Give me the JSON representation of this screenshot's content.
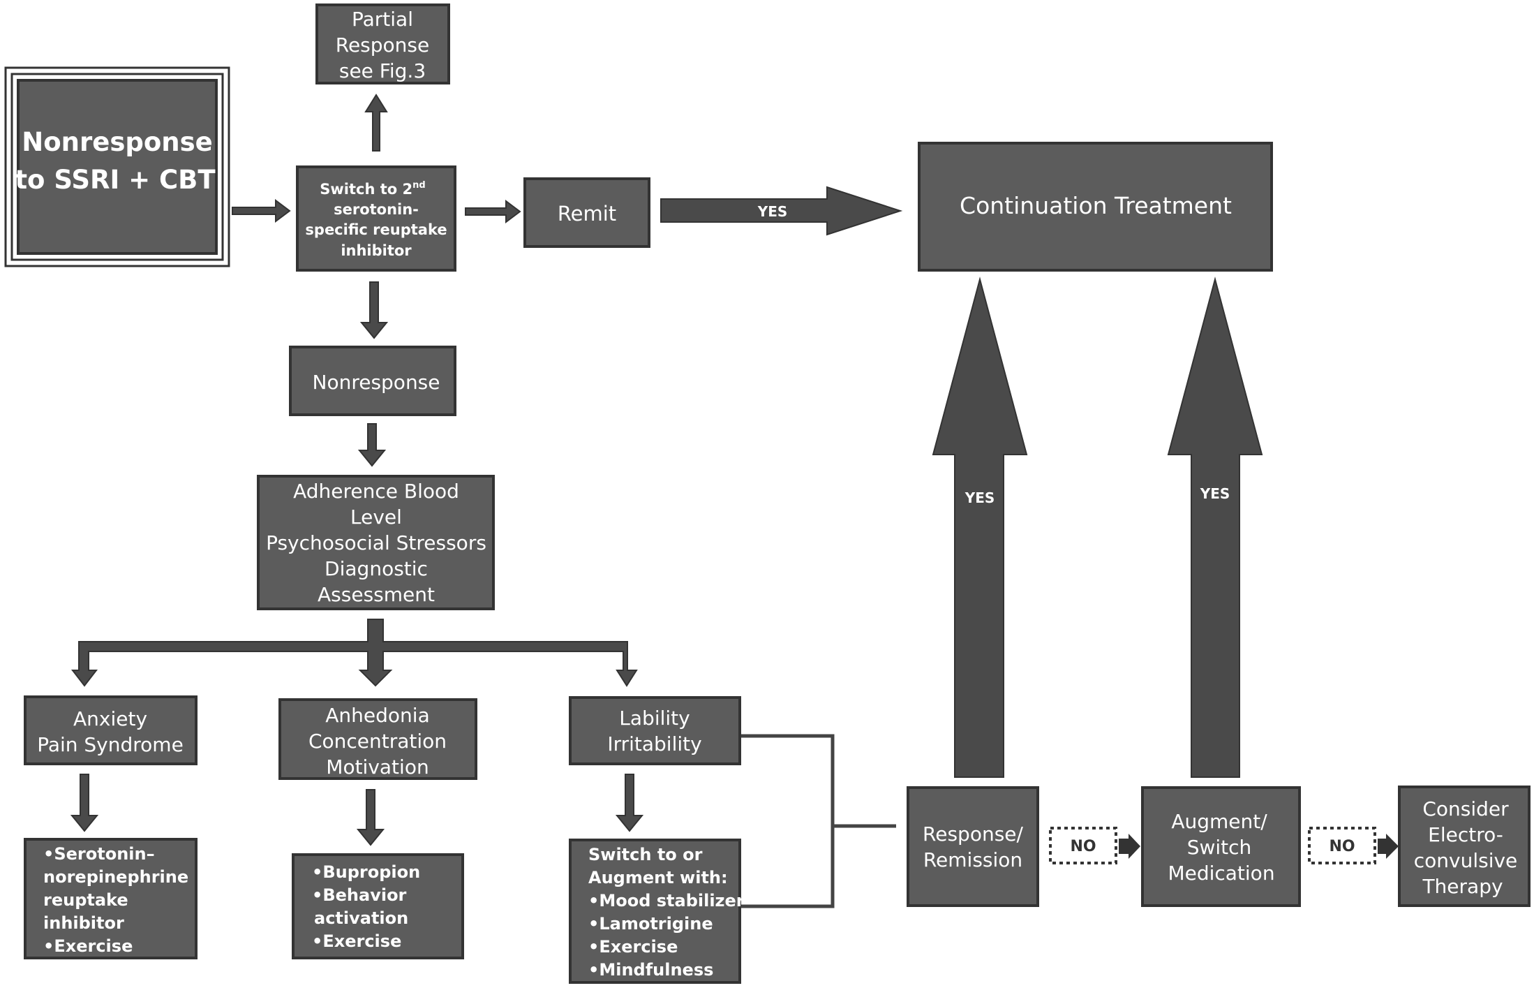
{
  "start": {
    "line1": "Nonresponse",
    "line2": "to SSRI + CBT"
  },
  "partial": {
    "line1": "Partial",
    "line2": "Response",
    "line3": "see Fig.3"
  },
  "switch": {
    "line1": "Switch to 2",
    "sup": "nd",
    "line2": "serotonin-",
    "line3": "specific reuptake",
    "line4": "inhibitor"
  },
  "remit": {
    "label": "Remit"
  },
  "yes_label": "YES",
  "no_label": "NO",
  "continuation": {
    "label": "Continuation Treatment"
  },
  "nonresponse": {
    "label": "Nonresponse"
  },
  "assessment": {
    "lines": [
      "Adherence Blood",
      "Level",
      "Psychosocial Stressors",
      "Diagnostic",
      "Assessment"
    ]
  },
  "anxiety": {
    "lines": [
      "Anxiety",
      "Pain Syndrome"
    ]
  },
  "anhedonia": {
    "lines": [
      "Anhedonia",
      "Concentration",
      "Motivation"
    ]
  },
  "lability": {
    "lines": [
      "Lability",
      "Irritability"
    ]
  },
  "anxiety_tx": {
    "lines": [
      "•Serotonin–",
      "norepinephrine",
      "reuptake",
      "inhibitor",
      "•Exercise"
    ]
  },
  "anhedonia_tx": {
    "lines": [
      "•Bupropion",
      "•Behavior",
      "activation",
      "•Exercise"
    ]
  },
  "lability_tx": {
    "lines": [
      "Switch to or",
      "Augment with:",
      "•Mood stabilizer",
      "•Lamotrigine",
      "•Exercise",
      "•Mindfulness"
    ]
  },
  "response": {
    "lines": [
      "Response/",
      "Remission"
    ]
  },
  "augment": {
    "lines": [
      "Augment/",
      "Switch",
      "Medication"
    ]
  },
  "ect": {
    "lines": [
      "Consider",
      "Electro-",
      "convulsive",
      "Therapy"
    ]
  }
}
